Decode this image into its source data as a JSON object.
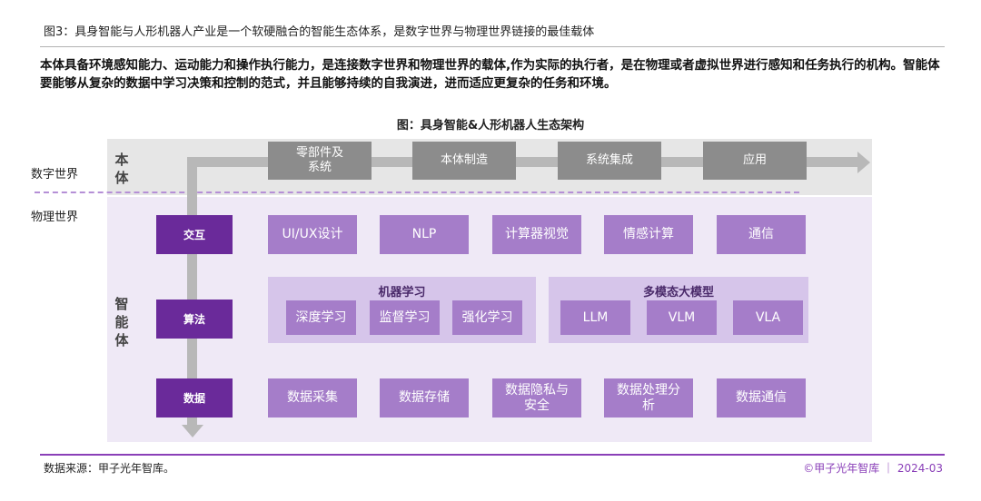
{
  "figure_title": "图3：具身智能与人形机器人产业是一个软硬融合的智能生态体系，是数字世界与物理世界链接的最佳载体",
  "description": "本体具备环境感知能力、运动能力和操作执行能力，是连接数字世界和物理世界的载体,作为实际的执行者，是在物理或者虚拟世界进行感知和任务执行的机构。智能体要能够从复杂的数据中学习决策和控制的范式，并且能够持续的自我演进，进而适应更复杂的任务和环境。",
  "diagram_title": "图：具身智能&人形机器人生态架构",
  "worlds": {
    "digital": "数字世界",
    "physical": "物理世界"
  },
  "body": {
    "label": [
      "本",
      "体"
    ],
    "chain": [
      "零部件及系统",
      "本体制造",
      "系统集成",
      "应用"
    ]
  },
  "agent": {
    "label": [
      "智",
      "能",
      "体"
    ],
    "rows": [
      {
        "name": "交互",
        "items": [
          "UI/UX设计",
          "NLP",
          "计算器视觉",
          "情感计算",
          "通信"
        ]
      },
      {
        "name": "算法",
        "groups": [
          {
            "title": "机器学习",
            "items": [
              "深度学习",
              "监督学习",
              "强化学习"
            ]
          },
          {
            "title": "多模态大模型",
            "items": [
              "LLM",
              "VLM",
              "VLA"
            ]
          }
        ]
      },
      {
        "name": "数据",
        "items": [
          "数据采集",
          "数据存储",
          "数据隐私与安全",
          "数据处理分析",
          "数据通信"
        ]
      }
    ]
  },
  "footer": {
    "source": "数据来源：甲子光年智库。",
    "copyright": "©甲子光年智库 ｜ 2024-03"
  },
  "colors": {
    "accent_dark": "#6a2a9a",
    "accent_medium": "#a57dc9",
    "accent_light": "#d6c5ea",
    "chain_gray": "#8c8c8c",
    "footer_purple": "#8a3fb8"
  }
}
